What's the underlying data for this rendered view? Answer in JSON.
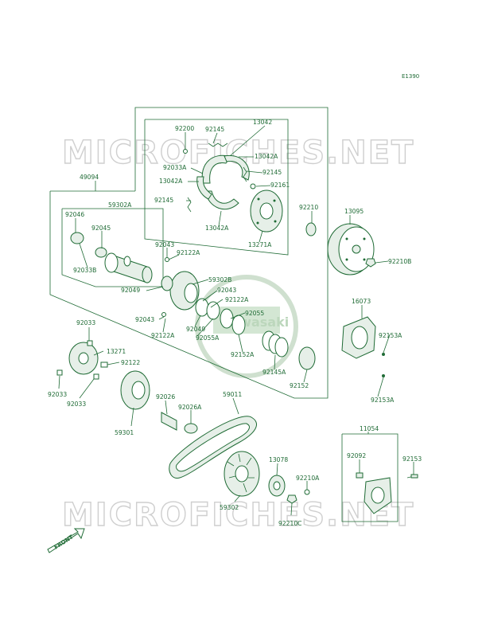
{
  "diagram_code": "E1390",
  "watermark": "MICROFICHES.NET",
  "watermark_stamp": "Kawasaki",
  "front_label": "FRONT",
  "labels": [
    "92200",
    "92145",
    "13042",
    "92033A",
    "13042A",
    "92145",
    "13042A",
    "92161",
    "92145",
    "13042A",
    "13271A",
    "49094",
    "59302A",
    "92046",
    "92045",
    "92033B",
    "92043",
    "92122A",
    "92210",
    "13095",
    "92210B",
    "59302B",
    "92049",
    "92043",
    "92122A",
    "92055",
    "92043",
    "92049",
    "92122A",
    "92055A",
    "92152A",
    "92145A",
    "92152",
    "16073",
    "92153A",
    "92153A",
    "92033",
    "13271",
    "92122",
    "92033",
    "92033",
    "59301",
    "92026",
    "92026A",
    "59011",
    "11054",
    "92092",
    "92153",
    "13078",
    "92210A",
    "92210C",
    "59302"
  ]
}
